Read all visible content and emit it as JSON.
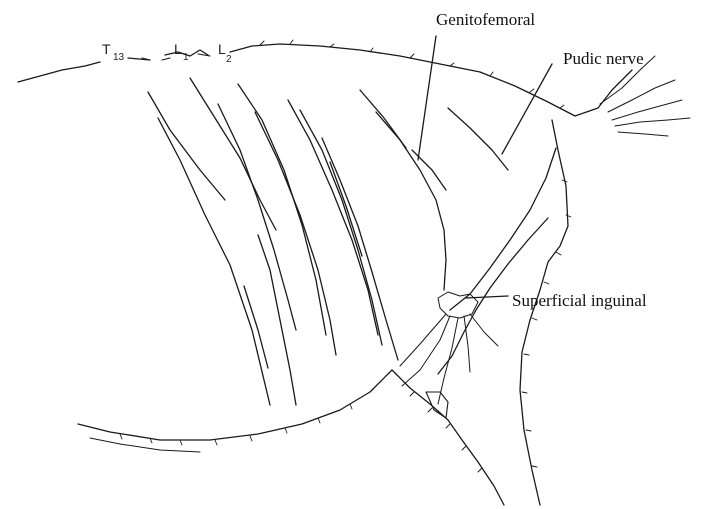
{
  "labels": {
    "genitofemoral": "Genitofemoral",
    "pudic_nerve": "Pudic nerve",
    "superficial_inguinal": "Superficial inguinal"
  },
  "vertebral_labels": {
    "t13": {
      "main": "T",
      "sub": "13"
    },
    "l1": {
      "main": "L",
      "sub": "1"
    },
    "l2": {
      "main": "L",
      "sub": "2"
    }
  },
  "colors": {
    "line": "#1a1a1a",
    "background": "#ffffff"
  }
}
